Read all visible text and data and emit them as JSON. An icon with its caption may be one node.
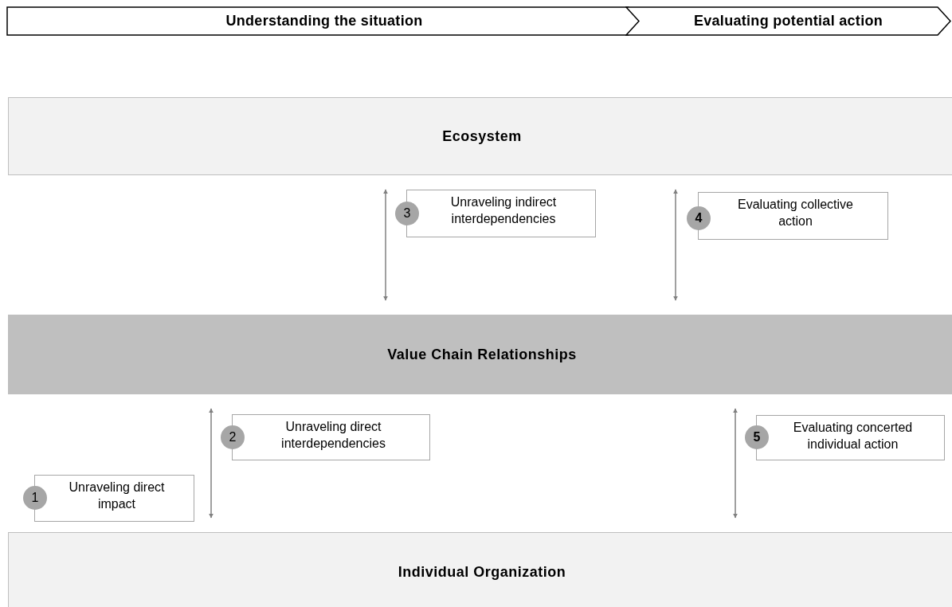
{
  "diagram": {
    "nodes": [
      {
        "text": [
          "Understanding the situation"
        ]
      },
      {
        "text": [
          "Evaluating potential action"
        ]
      },
      {
        "text": [
          "Ecosystem"
        ]
      },
      {
        "text": [
          "Value Chain Relationships"
        ]
      },
      {
        "text": [
          "Individual Organization"
        ]
      },
      {
        "text": [
          "3",
          "Unraveling indirect interdependencies"
        ]
      },
      {
        "text": [
          "4",
          "Evaluating collective action"
        ]
      },
      {
        "text": [
          "2",
          "Unraveling direct interdependencies"
        ]
      },
      {
        "text": [
          "5",
          "Evaluating concerted individual action"
        ]
      },
      {
        "text": [
          "1",
          "Unraveling direct impact"
        ]
      }
    ],
    "edges": [
      {
        "from": 2,
        "to": 3,
        "arrow": "both"
      },
      {
        "from": 2,
        "to": 3,
        "arrow": "both"
      },
      {
        "from": 3,
        "to": 4,
        "arrow": "both"
      },
      {
        "from": 3,
        "to": 4,
        "arrow": "both"
      }
    ]
  }
}
